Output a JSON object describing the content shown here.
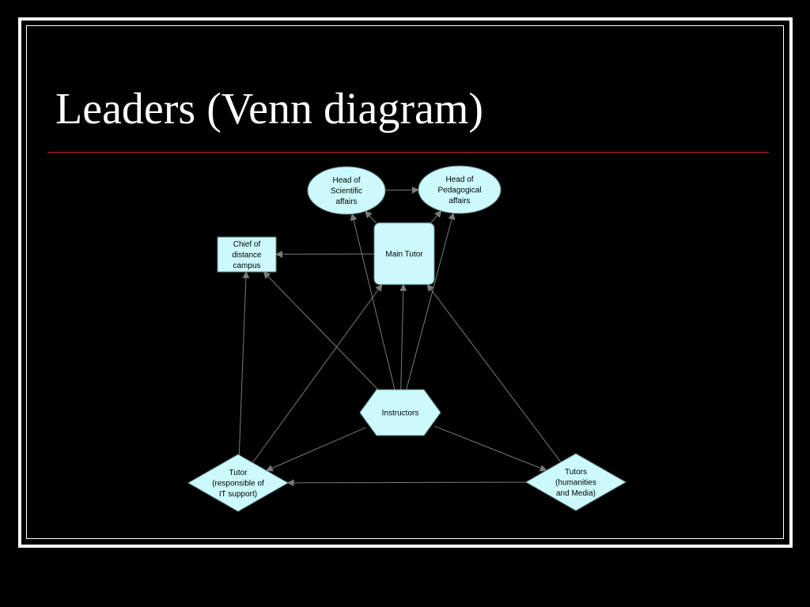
{
  "slide": {
    "title": "Leaders (Venn diagram)"
  },
  "diagram": {
    "nodes": {
      "head_scientific": {
        "shape": "ellipse",
        "lines": [
          "Head of",
          "Scientific",
          "affairs"
        ]
      },
      "head_pedagogical": {
        "shape": "ellipse",
        "lines": [
          "Head of",
          "Pedagogical",
          "affairs"
        ]
      },
      "chief_campus": {
        "shape": "rectangle",
        "lines": [
          "Chief of",
          "distance",
          "campus"
        ]
      },
      "main_tutor": {
        "shape": "rounded-rectangle",
        "lines": [
          "Main Tutor"
        ]
      },
      "instructors": {
        "shape": "hexagon",
        "lines": [
          "Instructors"
        ]
      },
      "tutor_it": {
        "shape": "diamond",
        "lines": [
          "Tutor",
          "(responsible of",
          "IT support)"
        ]
      },
      "tutors_hm": {
        "shape": "diamond",
        "lines": [
          "Tutors",
          "(humanities",
          "and Media)"
        ]
      }
    },
    "edges": [
      {
        "from": "head_scientific",
        "to": "head_pedagogical"
      },
      {
        "from": "main_tutor",
        "to": "chief_campus"
      },
      {
        "from": "main_tutor",
        "to": "head_scientific"
      },
      {
        "from": "main_tutor",
        "to": "head_pedagogical"
      },
      {
        "from": "instructors",
        "to": "head_scientific"
      },
      {
        "from": "instructors",
        "to": "head_pedagogical"
      },
      {
        "from": "instructors",
        "to": "main_tutor"
      },
      {
        "from": "instructors",
        "to": "chief_campus"
      },
      {
        "from": "instructors",
        "to": "tutor_it"
      },
      {
        "from": "instructors",
        "to": "tutors_hm"
      },
      {
        "from": "tutor_it",
        "to": "chief_campus"
      },
      {
        "from": "tutor_it",
        "to": "main_tutor"
      },
      {
        "from": "tutors_hm",
        "to": "main_tutor"
      },
      {
        "from": "tutors_hm",
        "to": "tutor_it"
      }
    ],
    "colors": {
      "node_fill": "#ccfafc",
      "node_stroke": "#6a8c8e",
      "edge": "#7a7a7a",
      "title_rule": "#7a1a1a",
      "background": "#000000"
    }
  }
}
